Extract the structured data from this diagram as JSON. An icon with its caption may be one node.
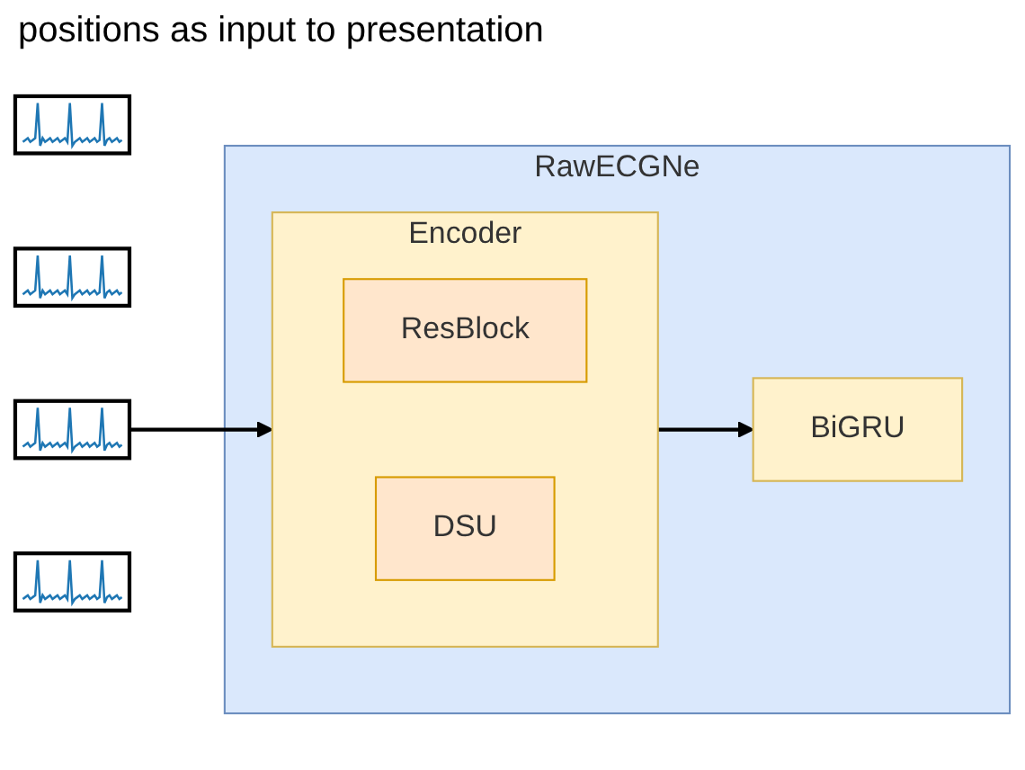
{
  "diagram": {
    "nodes": [
      {
        "text": [],
        "shape": "picture"
      },
      {
        "text": [],
        "shape": "picture"
      },
      {
        "text": [],
        "shape": "picture"
      },
      {
        "text": [],
        "shape": "picture"
      },
      {
        "text": [
          "RawECGNe"
        ]
      },
      {
        "text": [
          "Encoder"
        ],
        "in": 4
      },
      {
        "text": [
          "ResBlock"
        ],
        "in": 5
      },
      {
        "text": [
          "DSU"
        ],
        "in": 5
      },
      {
        "text": [
          "BiGRU"
        ],
        "in": 4
      }
    ],
    "edges": [
      {
        "from": 2,
        "to": 5,
        "arrow": "to"
      },
      {
        "from": 5,
        "to": 8,
        "arrow": "to"
      }
    ],
    "labels": [
      "positions as input to presentation"
    ]
  }
}
